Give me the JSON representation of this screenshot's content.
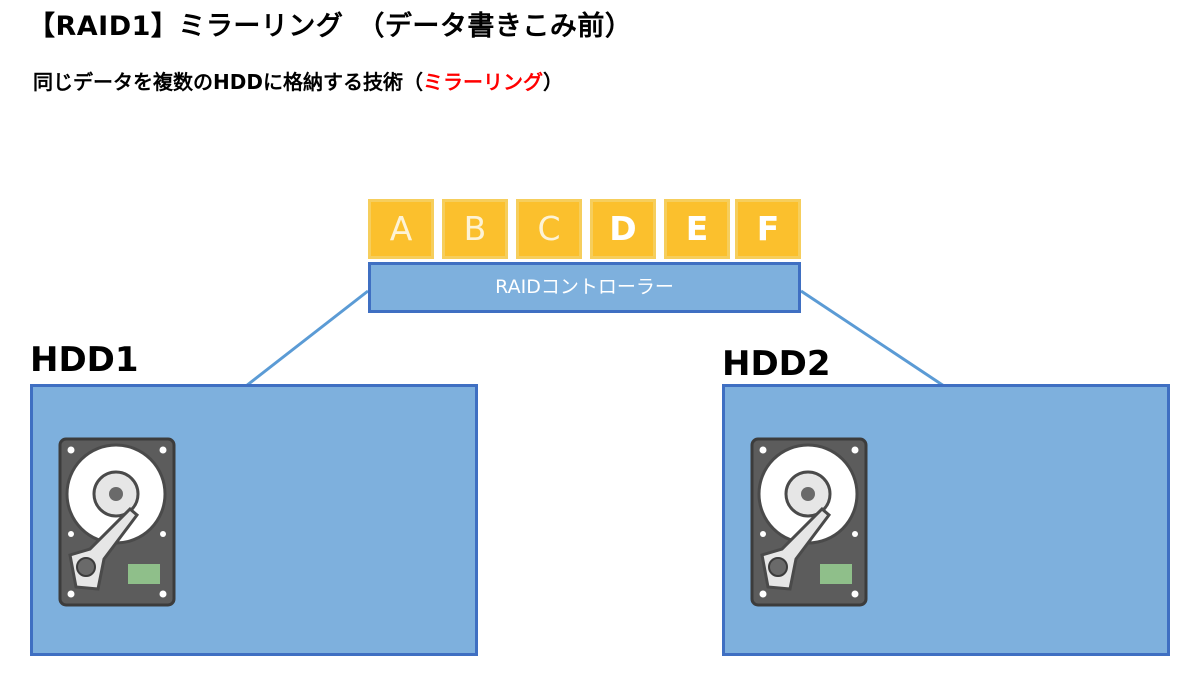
{
  "title": "【RAID1】ミラーリング　（データ書きこみ前）",
  "subtitle": {
    "prefix": "同じデータを複数のHDDに格納する技術（",
    "highlight": "ミラーリング",
    "suffix": "）"
  },
  "data_blocks": [
    "A",
    "B",
    "C",
    "D",
    "E",
    "F"
  ],
  "controller_label": "RAIDコントローラー",
  "drives": [
    {
      "label": "HDD1"
    },
    {
      "label": "HDD2"
    }
  ],
  "colors": {
    "block_fill": "#fbc02d",
    "block_border": "#f6ce5c",
    "box_fill": "#7eb0dd",
    "box_border": "#3f6fc2",
    "link_line": "#5b9bd5",
    "highlight_text": "#ff0000"
  },
  "icons": {
    "drive": "hard-disk-drive-icon"
  }
}
